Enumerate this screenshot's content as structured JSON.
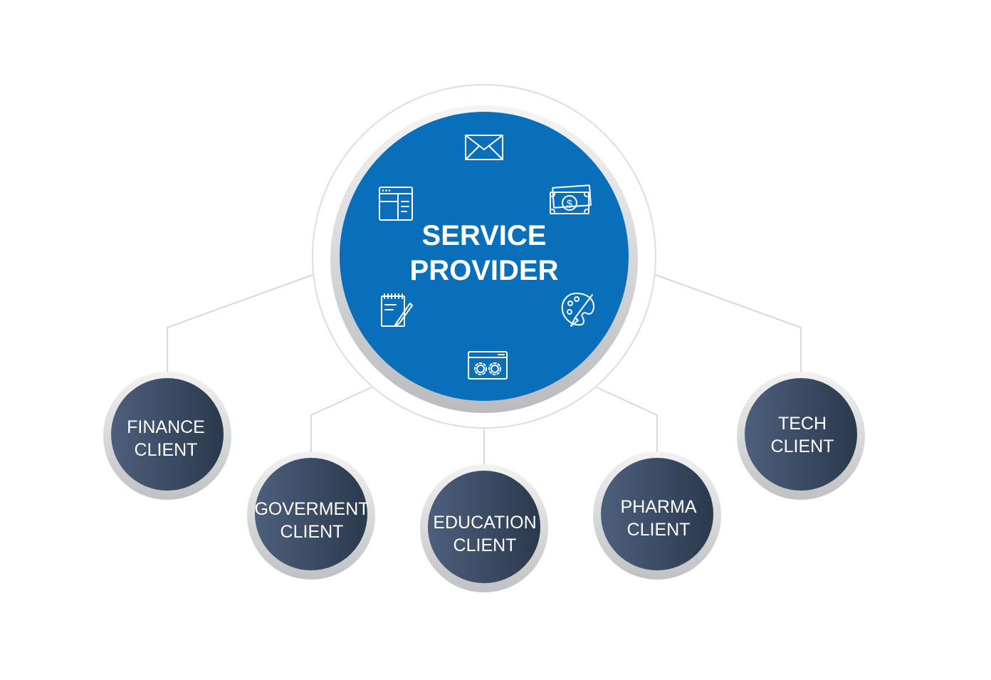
{
  "hub": {
    "line1": "SERVICE",
    "line2": "PROVIDER",
    "icons": [
      "mail-icon",
      "money-icon",
      "palette-icon",
      "settings-window-icon",
      "notepad-pen-icon",
      "browser-window-icon"
    ]
  },
  "clients": [
    {
      "id": "finance",
      "line1": "FINANCE",
      "line2": "CLIENT"
    },
    {
      "id": "government",
      "line1": "GOVERMENT",
      "line2": "CLIENT"
    },
    {
      "id": "education",
      "line1": "EDUCATION",
      "line2": "CLIENT"
    },
    {
      "id": "pharma",
      "line1": "PHARMA",
      "line2": "CLIENT"
    },
    {
      "id": "tech",
      "line1": "TECH",
      "line2": "CLIENT"
    }
  ],
  "colors": {
    "hub_fill": "#0a6fba",
    "client_fill_light": "#4b5d7a",
    "client_fill_dark": "#2c3a4f",
    "ring": "#c4c6c9",
    "connector": "#d9d9d9"
  }
}
